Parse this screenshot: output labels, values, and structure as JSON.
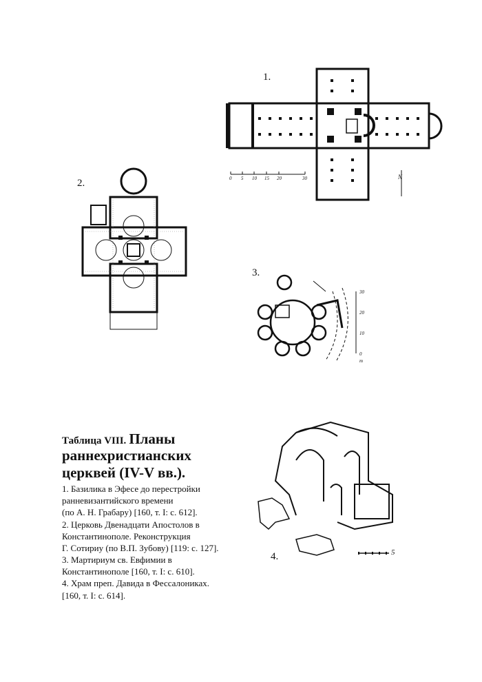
{
  "figures": [
    {
      "label": "1.",
      "icon": "basilica-plan-icon"
    },
    {
      "label": "2.",
      "icon": "cruciform-church-plan-icon"
    },
    {
      "label": "3.",
      "icon": "martyrium-plan-icon"
    },
    {
      "label": "4.",
      "icon": "church-axonometric-icon"
    }
  ],
  "scale1": {
    "ticks": [
      "0",
      "5",
      "10",
      "15",
      "20",
      "30"
    ],
    "north": "N"
  },
  "scale3": {
    "ticks": [
      "30",
      "20",
      "10",
      "0"
    ],
    "unit": "m"
  },
  "scale4": {
    "tick": "5"
  },
  "caption": {
    "title_small": "Таблица VIII.",
    "title_big": "Планы раннехристианских церквей (IV-V вв.).",
    "lines": [
      "1. Базилика в Эфесе до перестройки",
      "ранневизантийского времени",
      "(по А. Н. Грабару) [160, т. I: с. 612].",
      "2. Церковь Двенадцати Апостолов в",
      "Константинополе. Реконструкция",
      "Г. Сотириу (по В.П. Зубову) [119: с. 127].",
      "3. Мартириум св. Евфимии в",
      "Константинополе [160, т. I: с. 610].",
      "4. Храм преп. Давида в Фессалониках.",
      "[160, т. I: с. 614]."
    ]
  }
}
